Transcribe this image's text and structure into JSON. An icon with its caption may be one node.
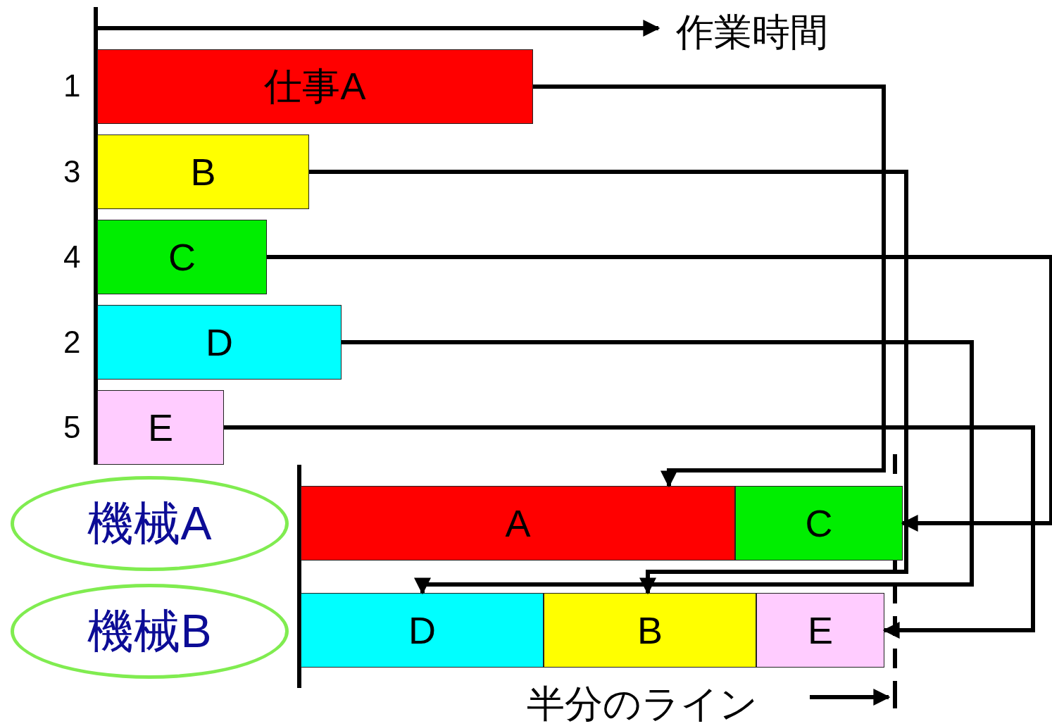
{
  "diagram": {
    "nodes": [
      {
        "text": [
          "仕事A"
        ],
        "beside": [
          "1"
        ]
      },
      {
        "text": [
          "B"
        ],
        "beside": [
          "3"
        ]
      },
      {
        "text": [
          "C"
        ],
        "beside": [
          "4"
        ]
      },
      {
        "text": [
          "D"
        ],
        "beside": [
          "2"
        ]
      },
      {
        "text": [
          "E"
        ],
        "beside": [
          "5"
        ]
      },
      {
        "text": [
          "機械A"
        ]
      },
      {
        "text": [
          "機械B"
        ]
      },
      {
        "text": [
          "A"
        ]
      },
      {
        "text": [
          "C"
        ]
      },
      {
        "text": [
          "D"
        ]
      },
      {
        "text": [
          "B"
        ]
      },
      {
        "text": [
          "E"
        ]
      }
    ],
    "edges": [
      {
        "from": 0,
        "to": 7,
        "arrow": "to"
      },
      {
        "from": 1,
        "to": 10,
        "arrow": "to"
      },
      {
        "from": 2,
        "to": 8,
        "arrow": "to"
      },
      {
        "from": 3,
        "to": 9,
        "arrow": "to"
      },
      {
        "from": 4,
        "to": 11,
        "arrow": "to"
      }
    ],
    "labels": [
      "作業時間",
      "半分のライン"
    ]
  }
}
